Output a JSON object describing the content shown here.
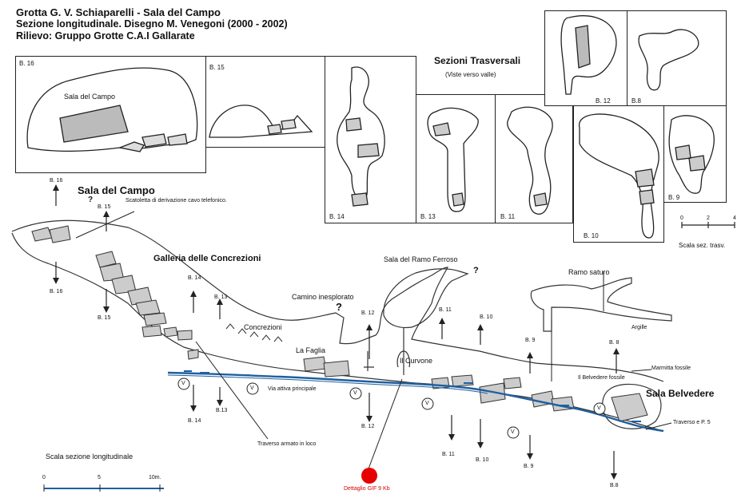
{
  "header": {
    "title": "Grotta G. V. Schiaparelli - Sala del Campo",
    "subtitle": "Sezione longitudinale. Disegno M. Venegoni (2000 - 2002)",
    "credit": "Rilievo: Gruppo Grotte C.A.I Gallarate"
  },
  "sections_title": "Sezioni Trasversali",
  "sections_subtitle": "(Viste verso valle)",
  "panels": {
    "b16": "B. 16",
    "b16_room": "Sala del Campo",
    "b15": "B. 15",
    "b14": "B. 14",
    "b13": "B. 13",
    "b11": "B. 11",
    "b12": "B. 12",
    "b8": "B.8",
    "b10": "B. 10",
    "b9": "B. 9"
  },
  "cross_scale": {
    "ticks": [
      "0",
      "2",
      "4"
    ],
    "label": "Scala sez. trasv."
  },
  "profile": {
    "sala_del_campo": "Sala del Campo",
    "scatoletta": "Scatoletta di derivazione cavo telefonico.",
    "galleria": "Galleria delle Concrezioni",
    "concrezioni": "Concrezioni",
    "camino": "Camino inesplorato",
    "sala_ramo_ferroso": "Sala del Ramo Ferroso",
    "la_faglia": "La Faglia",
    "il_curvone": "Il Curvone",
    "ramo_saturo": "Ramo saturo",
    "argille": "Argille",
    "marmitta": "Marmitta fossile",
    "belvedere_fossile": "Il Belvedere fossile",
    "sala_belvedere": "Sala Belvedere",
    "traverso_p5": "Traverso e P. 5",
    "via_attiva": "Via attiva principale",
    "traverso_armato": "Traverso armato in loco",
    "question": "?"
  },
  "markers_upper": {
    "b16": "B. 16",
    "b15": "B. 15",
    "b14": "B. 14",
    "b13": "B. 13",
    "b12": "B. 12",
    "b11": "B. 11",
    "b10": "B. 10",
    "b9": "B. 9",
    "b8": "B. 8"
  },
  "markers_lower": {
    "b16": "B. 16",
    "b15": "B. 15",
    "b14": "B. 14",
    "b13": "B.13",
    "b12": "B. 12",
    "b11": "B. 11",
    "b10": "B. 10",
    "b9": "B. 9",
    "b8": "B.8"
  },
  "v_marker": "V",
  "long_scale": {
    "title": "Scala sezione longitudinale",
    "ticks": [
      "0",
      "5",
      "10m."
    ]
  },
  "detail_link": "Dettaglio GIF 9 Kb",
  "colors": {
    "water": "#1f5fa0",
    "link": "#e60000"
  }
}
